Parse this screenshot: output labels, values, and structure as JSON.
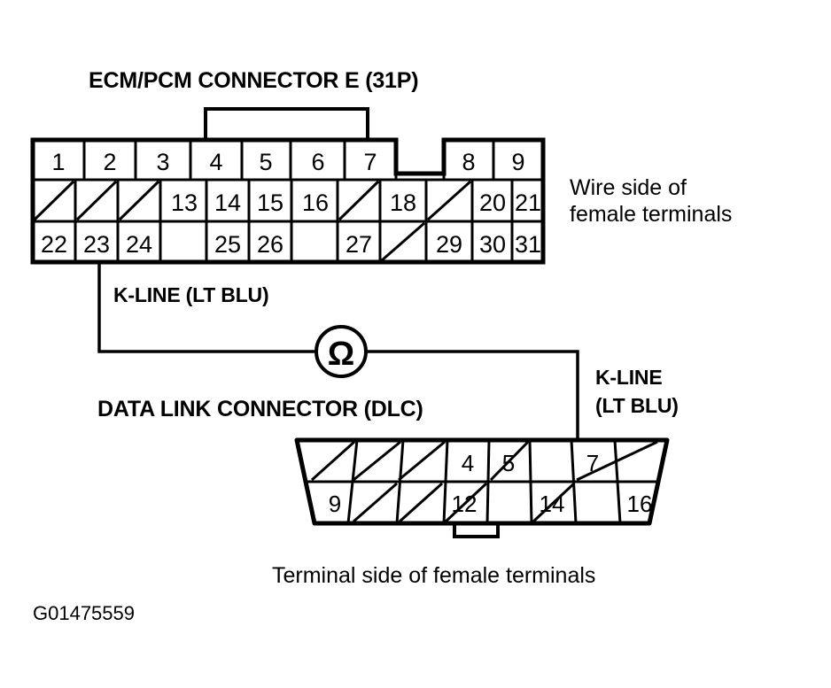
{
  "figure": {
    "id_code": "G01475559",
    "ink_color": "#000000",
    "background_color": "#ffffff"
  },
  "ecm_connector": {
    "title": "ECM/PCM CONNECTOR E (31P)",
    "view_caption_line1": "Wire side of",
    "view_caption_line2": "female terminals",
    "rows": [
      {
        "row_index": 1,
        "cells": [
          {
            "label": "1",
            "blank": false
          },
          {
            "label": "2",
            "blank": false
          },
          {
            "label": "3",
            "blank": false
          },
          {
            "label": "4",
            "blank": false
          },
          {
            "label": "5",
            "blank": false
          },
          {
            "label": "6",
            "blank": false
          },
          {
            "label": "7",
            "blank": false
          },
          {
            "label": "",
            "blank": true,
            "gap": true
          },
          {
            "label": "8",
            "blank": false
          },
          {
            "label": "9",
            "blank": false
          }
        ]
      },
      {
        "row_index": 2,
        "cells": [
          {
            "label": "",
            "blank": true
          },
          {
            "label": "",
            "blank": true
          },
          {
            "label": "",
            "blank": true
          },
          {
            "label": "13",
            "blank": false
          },
          {
            "label": "14",
            "blank": false
          },
          {
            "label": "15",
            "blank": false
          },
          {
            "label": "16",
            "blank": false
          },
          {
            "label": "",
            "blank": true
          },
          {
            "label": "18",
            "blank": false
          },
          {
            "label": "",
            "blank": true
          },
          {
            "label": "20",
            "blank": false
          },
          {
            "label": "21",
            "blank": false
          }
        ]
      },
      {
        "row_index": 3,
        "cells": [
          {
            "label": "22",
            "blank": false
          },
          {
            "label": "23",
            "blank": false
          },
          {
            "label": "24",
            "blank": false
          },
          {
            "label": "",
            "blank": true,
            "gap": true
          },
          {
            "label": "25",
            "blank": false
          },
          {
            "label": "26",
            "blank": false
          },
          {
            "label": "",
            "blank": true,
            "gap": true
          },
          {
            "label": "27",
            "blank": false
          },
          {
            "label": "",
            "blank": true
          },
          {
            "label": "29",
            "blank": false
          },
          {
            "label": "30",
            "blank": false
          },
          {
            "label": "31",
            "blank": false
          }
        ]
      }
    ]
  },
  "dlc_connector": {
    "title": "DATA LINK CONNECTOR (DLC)",
    "view_caption": "Terminal side of female terminals",
    "rows": [
      {
        "row_index": 1,
        "cells": [
          {
            "label": "",
            "blank": true
          },
          {
            "label": "",
            "blank": true
          },
          {
            "label": "",
            "blank": true
          },
          {
            "label": "4",
            "blank": false
          },
          {
            "label": "5",
            "blank": false
          },
          {
            "label": "",
            "blank": true
          },
          {
            "label": "7",
            "blank": false
          },
          {
            "label": "",
            "blank": true
          }
        ]
      },
      {
        "row_index": 2,
        "cells": [
          {
            "label": "9",
            "blank": false
          },
          {
            "label": "",
            "blank": true
          },
          {
            "label": "",
            "blank": true
          },
          {
            "label": "12",
            "blank": false
          },
          {
            "label": "",
            "blank": true
          },
          {
            "label": "14",
            "blank": false
          },
          {
            "label": "",
            "blank": true
          },
          {
            "label": "16",
            "blank": false
          }
        ]
      }
    ]
  },
  "wires": {
    "ecm_side_label": "K-LINE (LT BLU)",
    "dlc_side_label_line1": "K-LINE",
    "dlc_side_label_line2": "(LT BLU)"
  },
  "meter": {
    "symbol": "Ω",
    "name": "ohmmeter"
  }
}
